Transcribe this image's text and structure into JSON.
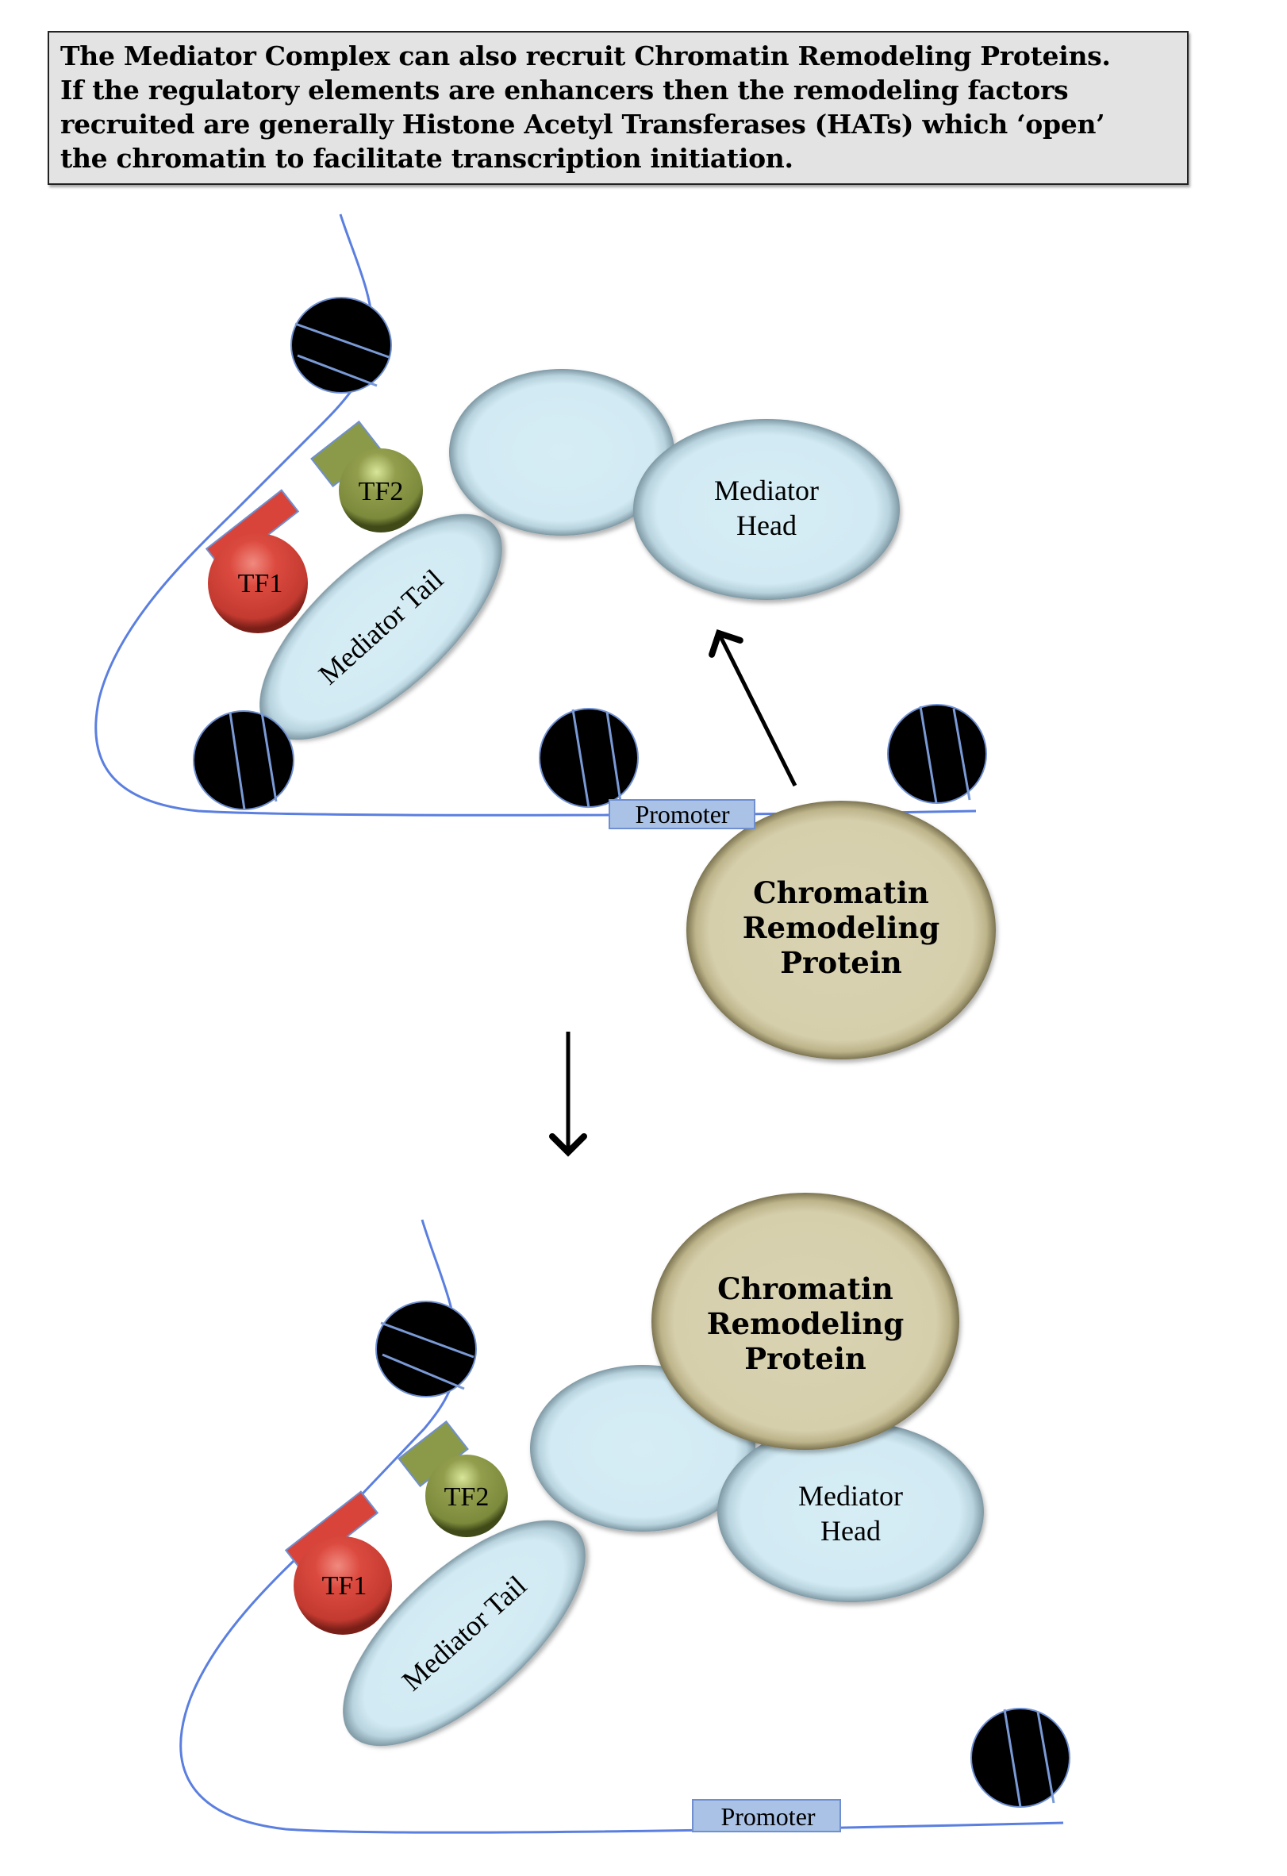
{
  "caption": {
    "lines": [
      "The Mediator Complex can also recruit Chromatin Remodeling Proteins.",
      "If the regulatory elements are enhancers then the remodeling factors",
      "recruited are generally Histone Acetyl Transferases (HATs) which ‘open’",
      "the chromatin to facilitate transcription initiation."
    ]
  },
  "colors": {
    "dna": "#5b7fe0",
    "nucleosome": "#000000",
    "nucleosome_stripe": "#7a9ad6",
    "mediator": "#d4ecf4",
    "chromatin_protein": "#d8d2b0",
    "tf1": "#d9443a",
    "tf2": "#8a9a48",
    "promoter": "#a9c2e6"
  },
  "top_panel": {
    "tf1_label": "TF1",
    "tf2_label": "TF2",
    "mediator_tail_label": "Mediator Tail",
    "mediator_head_label_line1": "Mediator",
    "mediator_head_label_line2": "Head",
    "promoter_label": "Promoter",
    "chromatin_protein_line1": "Chromatin",
    "chromatin_protein_line2": "Remodeling",
    "chromatin_protein_line3": "Protein"
  },
  "bottom_panel": {
    "tf1_label": "TF1",
    "tf2_label": "TF2",
    "mediator_tail_label": "Mediator Tail",
    "mediator_head_label_line1": "Mediator",
    "mediator_head_label_line2": "Head",
    "promoter_label": "Promoter",
    "chromatin_protein_line1": "Chromatin",
    "chromatin_protein_line2": "Remodeling",
    "chromatin_protein_line3": "Protein"
  }
}
